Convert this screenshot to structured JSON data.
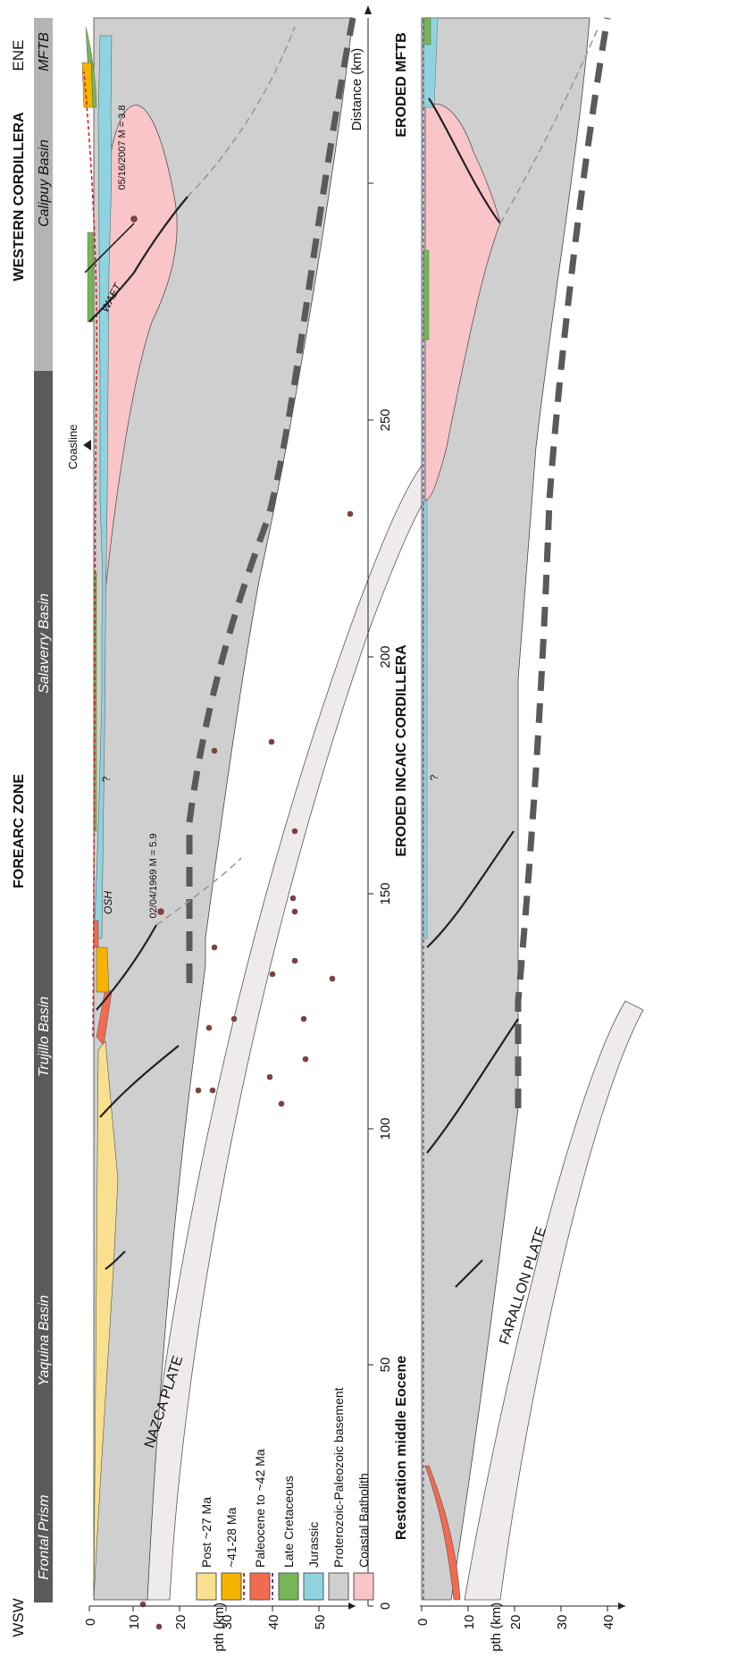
{
  "orientation_labels": {
    "west": "WSW",
    "east": "ENE"
  },
  "zones": {
    "forearc": "FOREARC ZONE",
    "western_cordillera": "WESTERN CORDILLERA"
  },
  "basins": {
    "frontal_prism": "Frontal Prism",
    "yaquina": "Yaquina Basin",
    "trujillo": "Trujillo Basin",
    "salaverry": "Salaverry Basin",
    "calipuy": "Calipuy Basin",
    "mftb": "MFTB"
  },
  "top_section": {
    "depth_axis": {
      "label": "Depth (km)",
      "ticks": [
        "0",
        "10",
        "20",
        "30",
        "40",
        "50"
      ]
    },
    "distance_axis": {
      "label": "Distance (km)",
      "ticks": [
        "0",
        "50",
        "100",
        "150",
        "200",
        "250"
      ]
    },
    "plate_label": "NAZCA PLATE",
    "coastline_label": "Coasline",
    "osh_label": "OSH",
    "waet_label": "WAET",
    "question_mark": "?",
    "quakes": [
      "02/04/1969 M = 5.9",
      "05/16/2007 M = 3.8"
    ]
  },
  "legend": {
    "items": [
      {
        "label": "Post ~27 Ma",
        "color": "#f8e08e",
        "kind": "box"
      },
      {
        "label": "~41-28 Ma",
        "color": "#f5b400",
        "kind": "box",
        "line_color": "#d9231d"
      },
      {
        "label": "Paleocene to ~42 Ma",
        "color": "#f26a4f",
        "kind": "box",
        "line_color": "#5b4a86"
      },
      {
        "label": "Late Cretaceous",
        "color": "#76b657",
        "kind": "box"
      },
      {
        "label": "Jurassic",
        "color": "#8fd3e0",
        "kind": "box"
      },
      {
        "label": "Proterozoic-Paleozoic basement",
        "color": "#cfcfcf",
        "kind": "box"
      },
      {
        "label": "Coastal Batholith",
        "color": "#f9c5c8",
        "kind": "box"
      }
    ]
  },
  "bottom_section": {
    "title": "Restoration middle Eocene",
    "depth_axis": {
      "label": "Depth (km)",
      "ticks": [
        "0",
        "10",
        "20",
        "30",
        "40"
      ]
    },
    "plate_label": "FARALLON PLATE",
    "eroded_incaic": "ERODED INCAIC CORDILLERA",
    "eroded_mftb": "ERODED MFTB",
    "question_mark": "?"
  },
  "colors": {
    "dark_bar": "#5a5a5a",
    "light_bar": "#b4b4b4",
    "basement": "#cfcfcf",
    "plate": "#efebeb",
    "batholith": "#f9c5c8",
    "jurassic": "#8fd3e0",
    "late_cretaceous": "#76b657",
    "paleocene": "#f26a4f",
    "oligocene": "#f5b400",
    "neogene": "#f8e08e",
    "quake": "#8a3a3a"
  }
}
